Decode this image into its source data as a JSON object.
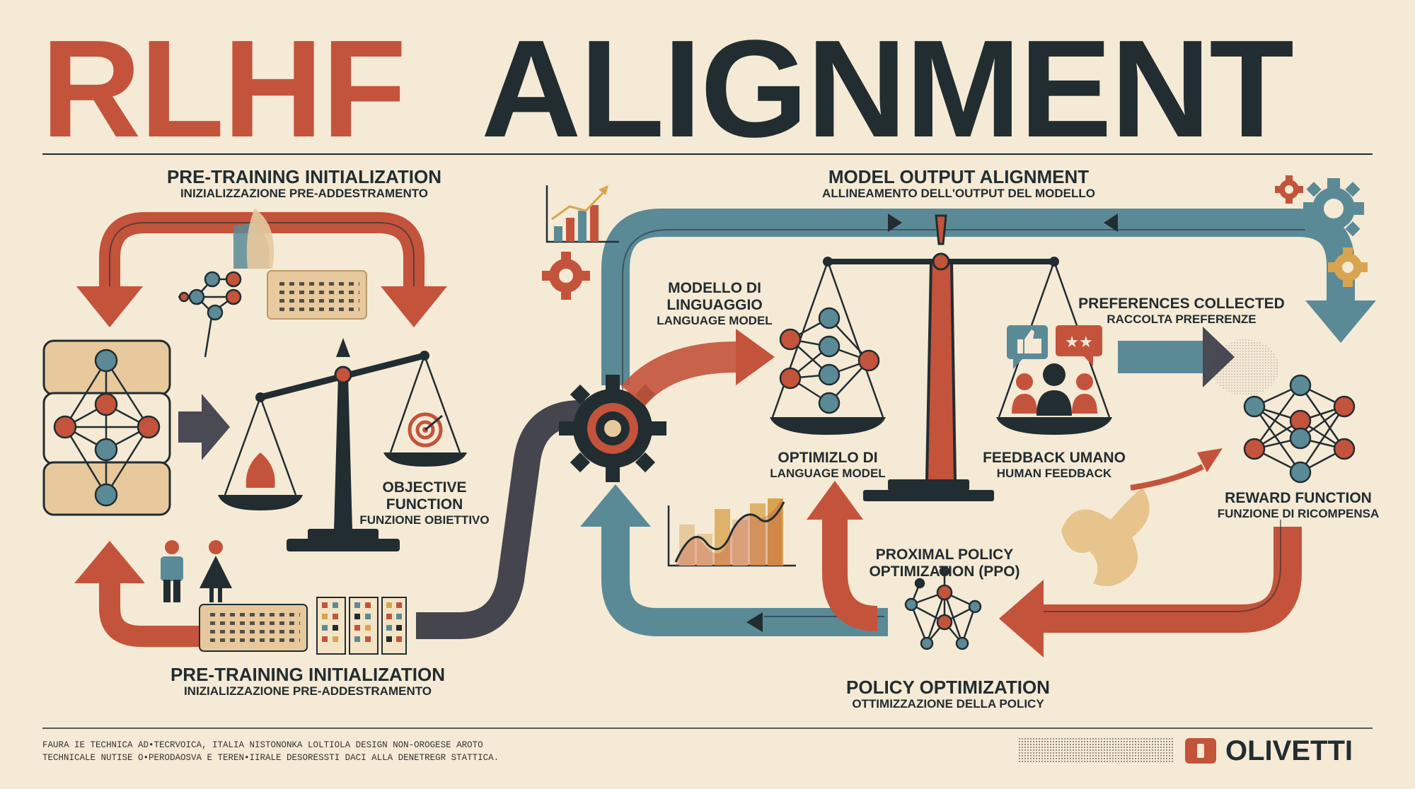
{
  "title": {
    "part1": "RLHF",
    "part2": "ALIGNMENT"
  },
  "colors": {
    "background": "#f5ead5",
    "rust": "#c4533c",
    "slate": "#5b8a97",
    "ink": "#222d31",
    "sand": "#e7c99d",
    "gold": "#d9a44f"
  },
  "labels": {
    "pretrain_top": {
      "title": "PRE-TRAINING INITIALIZATION",
      "subtitle": "INIZIALIZZAZIONE PRE-ADDESTRAMENTO"
    },
    "model_output": {
      "title": "MODEL OUTPUT ALIGNMENT",
      "subtitle": "ALLINEAMENTO DELL'OUTPUT DEL MODELLO"
    },
    "language_model": {
      "line1": "MODELLO DI",
      "line2": "LINGUAGGIO",
      "subtitle": "LANGUAGE MODEL"
    },
    "preferences": {
      "title": "PREFERENCES COLLECTED",
      "subtitle": "RACCOLTA PREFERENZE"
    },
    "objective": {
      "line1": "OBJECTIVE",
      "line2": "FUNCTION",
      "subtitle": "FUNZIONE OBIETTIVO"
    },
    "optimizlo": {
      "title": "OPTIMIZLO DI",
      "subtitle": "LANGUAGE MODEL"
    },
    "feedback": {
      "title": "FEEDBACK UMANO",
      "subtitle": "HUMAN FEEDBACK"
    },
    "reward": {
      "title": "REWARD FUNCTION",
      "subtitle": "FUNZIONE DI RICOMPENSA"
    },
    "ppo": {
      "line1": "PROXIMAL POLICY",
      "line2": "OPTIMIZATION (PPO)"
    },
    "pretrain_bottom": {
      "title": "PRE-TRAINING INITIALIZATION",
      "subtitle": "INIZIALIZZAZIONE PRE-ADDESTRAMENTO"
    },
    "policy_opt": {
      "title": "POLICY OPTIMIZATION",
      "subtitle": "OTTIMIZZAZIONE DELLA POLICY"
    }
  },
  "footer": {
    "line1": "FAURA IE TECHNICA AD•TECRVOICA, ITALIA NISTONONKA LOLTIOLA DESIGN NON-OROGESE AROTO",
    "line2": "TECHNICALE NUTISE O•PERODAOSVA E TEREN•IIRALE DESORESSTI DACI ALLA DENETREGR STATTICA.",
    "brand": "OLIVETTI"
  },
  "icons": [
    "neural-network-icon",
    "balance-scale-icon",
    "target-icon",
    "gear-icon",
    "bar-chart-icon",
    "area-chart-icon",
    "thumbs-up-icon",
    "star-rating-icon",
    "people-icon",
    "person-icon",
    "punch-card-icon"
  ]
}
